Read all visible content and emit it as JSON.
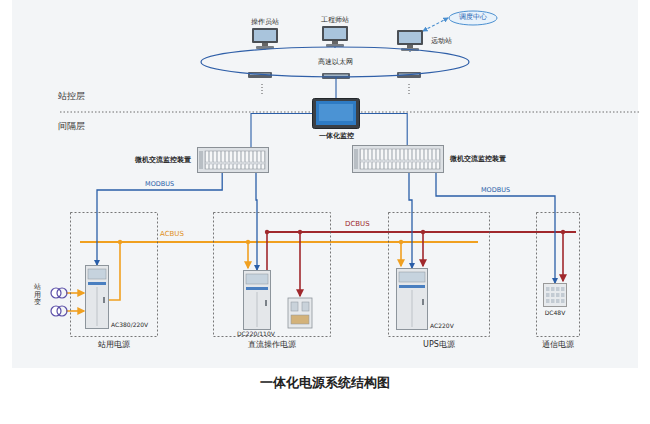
{
  "diagram": {
    "caption": "一体化电源系统结构图",
    "nodes": [
      {
        "text": [
          "操作员站"
        ]
      },
      {
        "text": [
          "工程师站"
        ]
      },
      {
        "text": [
          "远动站"
        ]
      },
      {
        "text": [
          "调度中心"
        ]
      },
      {
        "text": [
          "高速以太网"
        ]
      },
      {
        "text": [
          "一体化监控"
        ]
      },
      {
        "text": [
          "微机交流监控装置"
        ]
      },
      {
        "text": [
          "微机交流监控装置"
        ]
      },
      {
        "text": [
          "站用电源"
        ]
      },
      {
        "text": [
          "AC380/220V"
        ],
        "in": 8
      },
      {
        "text": [
          "直流操作电源"
        ]
      },
      {
        "text": [
          "DC220/110V"
        ],
        "in": 10
      },
      {
        "text": [
          "UPS电源"
        ]
      },
      {
        "text": [
          "AC220V"
        ],
        "in": 12
      },
      {
        "text": [
          "通信电源"
        ]
      },
      {
        "text": [
          "DC48V"
        ],
        "in": 14
      }
    ],
    "edges": [
      {
        "from": 3,
        "to": 2,
        "arrow": "both"
      },
      {
        "from": 0,
        "to": 4,
        "arrow": "none"
      },
      {
        "from": 1,
        "to": 4,
        "arrow": "none"
      },
      {
        "from": 2,
        "to": 4,
        "arrow": "none"
      },
      {
        "from": 4,
        "to": 5,
        "arrow": "none"
      },
      {
        "from": 5,
        "to": 6,
        "arrow": "none"
      },
      {
        "from": 5,
        "to": 7,
        "arrow": "none"
      },
      {
        "from": 6,
        "to": 9,
        "label": "MODBUS",
        "arrow": "to"
      },
      {
        "from": 6,
        "to": 11,
        "arrow": "to"
      },
      {
        "from": 7,
        "to": 13,
        "arrow": "to"
      },
      {
        "from": 7,
        "to": 15,
        "label": "MODBUS",
        "arrow": "to"
      }
    ],
    "labels": [
      "站控层",
      "间隔层",
      "ACBUS",
      "DCBUS",
      "站用变"
    ]
  }
}
